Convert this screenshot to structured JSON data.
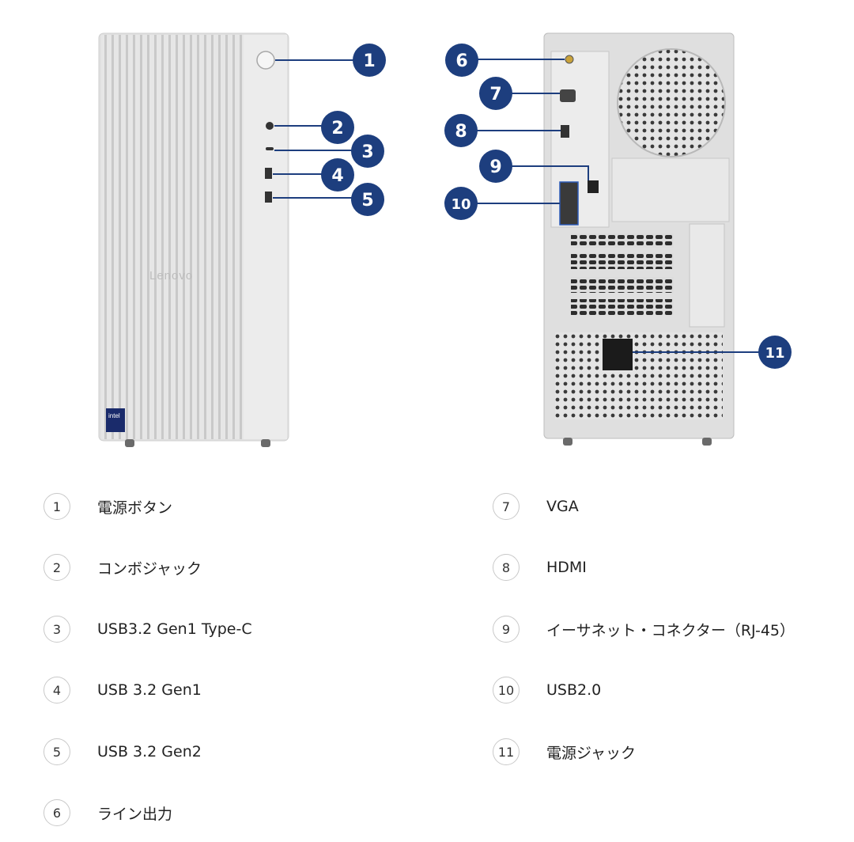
{
  "colors": {
    "callout": "#1d3e7e",
    "chassis": "#dedede",
    "chassis_dark": "#c4c4c4"
  },
  "front_badges": {
    "brand": "Lenovo",
    "cpu": "intel"
  },
  "callouts": [
    {
      "num": "1"
    },
    {
      "num": "2"
    },
    {
      "num": "3"
    },
    {
      "num": "4"
    },
    {
      "num": "5"
    },
    {
      "num": "6"
    },
    {
      "num": "7"
    },
    {
      "num": "8"
    },
    {
      "num": "9"
    },
    {
      "num": "10"
    },
    {
      "num": "11"
    }
  ],
  "legend": [
    {
      "num": "1",
      "label": "電源ボタン"
    },
    {
      "num": "2",
      "label": "コンボジャック"
    },
    {
      "num": "3",
      "label": "USB3.2 Gen1 Type-C"
    },
    {
      "num": "4",
      "label": "USB 3.2 Gen1"
    },
    {
      "num": "5",
      "label": "USB 3.2 Gen2"
    },
    {
      "num": "6",
      "label": "ライン出力"
    },
    {
      "num": "7",
      "label": "VGA"
    },
    {
      "num": "8",
      "label": "HDMI"
    },
    {
      "num": "9",
      "label": "イーサネット・コネクター（RJ-45）"
    },
    {
      "num": "10",
      "label": "USB2.0"
    },
    {
      "num": "11",
      "label": "電源ジャック"
    }
  ]
}
